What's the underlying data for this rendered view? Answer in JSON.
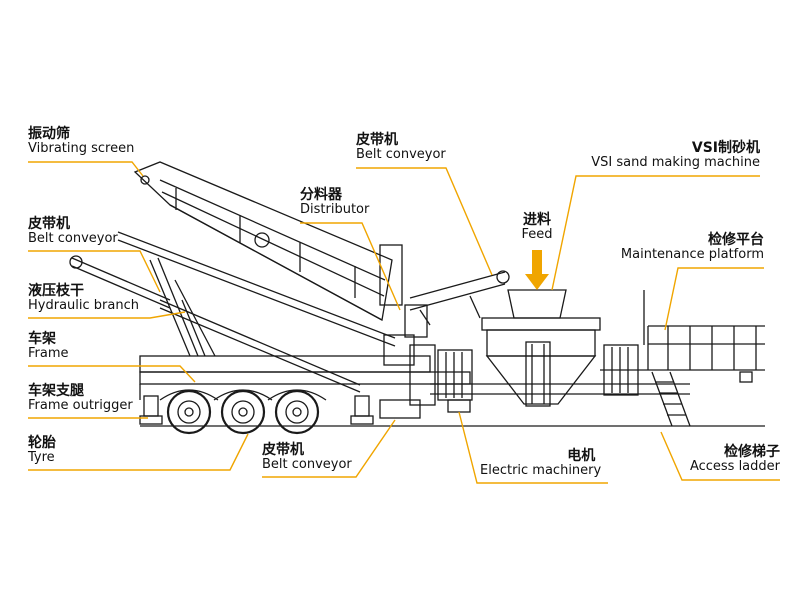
{
  "colors": {
    "leader": "#f0a500",
    "feed_arrow": "#f0a500",
    "line": "#1a1a1a"
  },
  "labels": {
    "vibrating_screen": {
      "cn": "振动筛",
      "en": "Vibrating screen"
    },
    "belt_conveyor_left": {
      "cn": "皮带机",
      "en": "Belt conveyor"
    },
    "hydraulic_branch": {
      "cn": "液压枝干",
      "en": "Hydraulic branch"
    },
    "frame": {
      "cn": "车架",
      "en": "Frame"
    },
    "frame_outrigger": {
      "cn": "车架支腿",
      "en": "Frame outrigger"
    },
    "tyre": {
      "cn": "轮胎",
      "en": "Tyre"
    },
    "belt_conveyor_top": {
      "cn": "皮带机",
      "en": "Belt conveyor"
    },
    "distributor": {
      "cn": "分料器",
      "en": "Distributor"
    },
    "feed": {
      "cn": "进料",
      "en": "Feed"
    },
    "vsi": {
      "cn": "VSI制砂机",
      "en": "VSI sand making machine"
    },
    "maintenance_platform": {
      "cn": "检修平台",
      "en": "Maintenance platform"
    },
    "belt_conveyor_bottom": {
      "cn": "皮带机",
      "en": "Belt conveyor"
    },
    "electric_machinery": {
      "cn": "电机",
      "en": "Electric machinery"
    },
    "access_ladder": {
      "cn": "检修梯子",
      "en": "Access ladder"
    }
  }
}
